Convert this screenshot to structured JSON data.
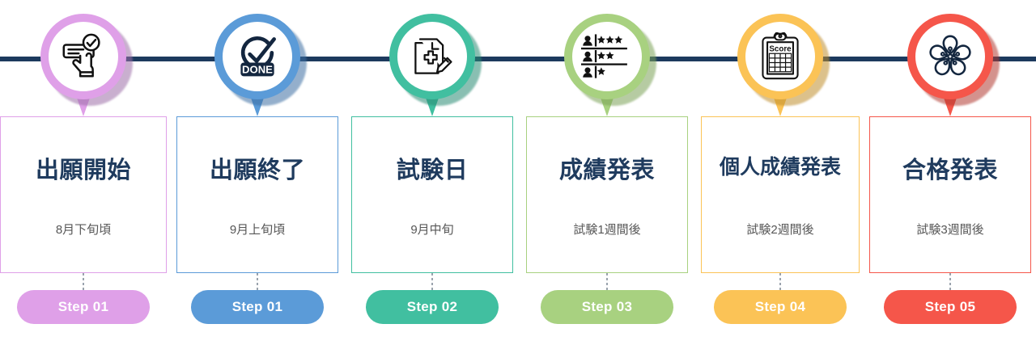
{
  "diagram": {
    "kind": "horizontal-timeline",
    "rail_color": "#1c3a5e",
    "title_color": "#1f3b5e",
    "subtitle_color": "#575757",
    "pill_text_color": "#ffffff",
    "steps": [
      {
        "title": "出願開始",
        "subtitle": "8月下旬頃",
        "step_label": "Step 01",
        "icon": "hand-click-form-check-icon",
        "color": "#dfa0e8",
        "shadow_color": "#9d6fa8"
      },
      {
        "title": "出願終了",
        "subtitle": "9月上旬頃",
        "step_label": "Step 01",
        "icon": "done-check-stamp-icon",
        "color": "#5b9bd8",
        "shadow_color": "#3d6fa3"
      },
      {
        "title": "試験日",
        "subtitle": "9月中旬",
        "step_label": "Step 02",
        "icon": "document-pencil-icon",
        "color": "#41bfa0",
        "shadow_color": "#2a8c74"
      },
      {
        "title": "成績発表",
        "subtitle": "試験1週間後",
        "step_label": "Step 03",
        "icon": "ranking-stars-icon",
        "color": "#a8d180",
        "shadow_color": "#7ba257"
      },
      {
        "title": "個人成績発表",
        "subtitle": "試験2週間後",
        "step_label": "Step 04",
        "icon": "score-clipboard-icon",
        "color": "#fbc356",
        "shadow_color": "#c08f2e"
      },
      {
        "title": "合格発表",
        "subtitle": "試験3週間後",
        "step_label": "Step 05",
        "icon": "sakura-blossom-icon",
        "color": "#f5564a",
        "shadow_color": "#b23a31"
      }
    ]
  }
}
